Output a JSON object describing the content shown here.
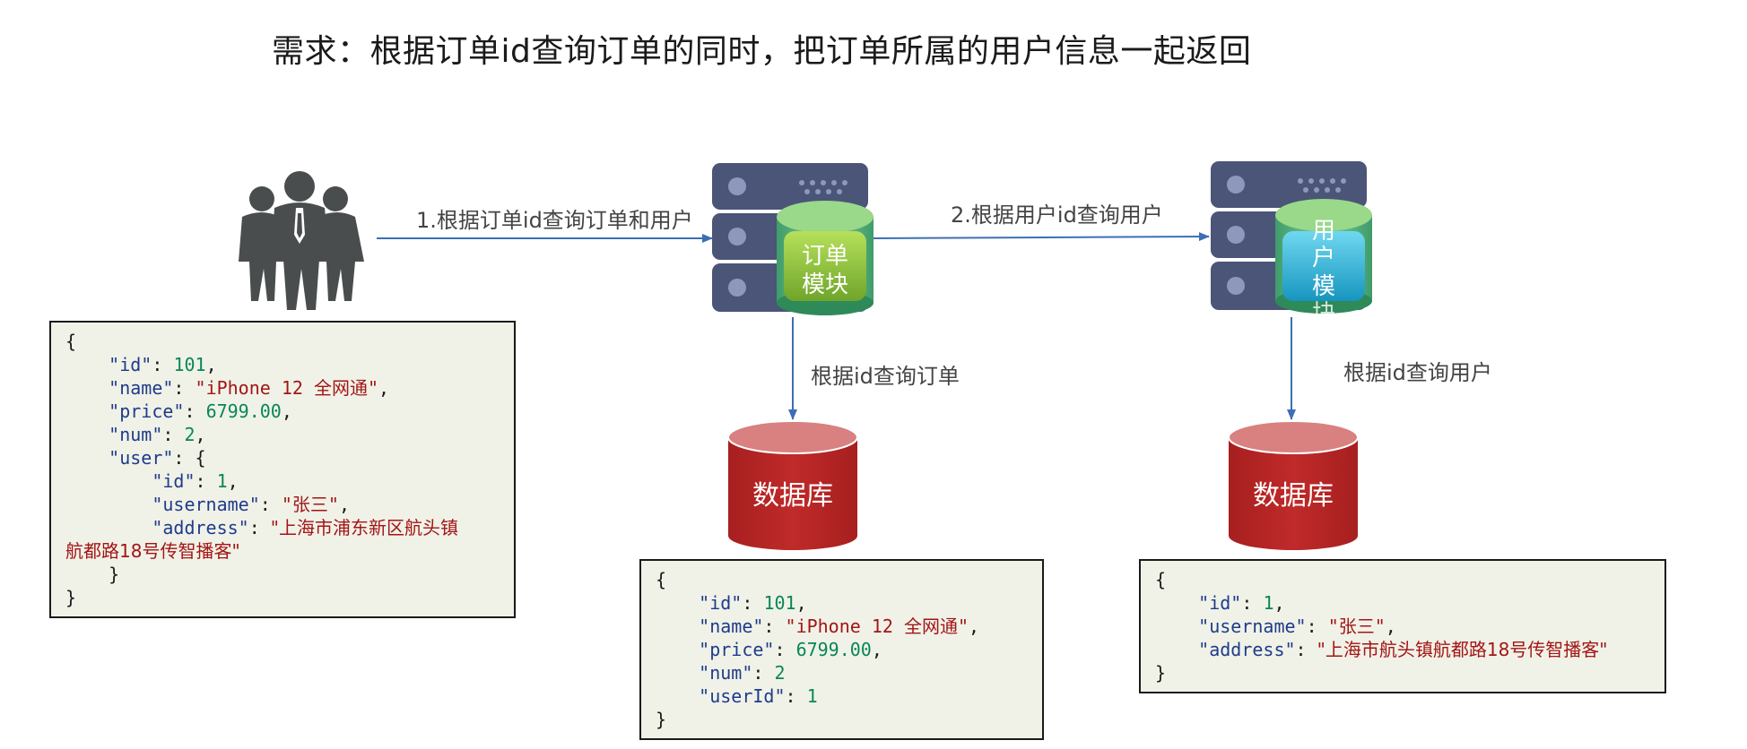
{
  "title": "需求：根据订单id查询订单的同时，把订单所属的用户信息一起返回",
  "arrows": {
    "step1": "1.根据订单id查询订单和用户",
    "step2": "2.根据用户id查询用户",
    "order_db": "根据id查询订单",
    "user_db": "根据id查询用户"
  },
  "modules": {
    "order": [
      "订单",
      "模块"
    ],
    "user": [
      "用",
      "户",
      "模",
      "块"
    ]
  },
  "databases": {
    "order_db": "数据库",
    "user_db": "数据库"
  },
  "colors": {
    "arrow": "#3d6fb5",
    "server": "#4a5578",
    "db_body": "#b82525",
    "db_top": "#d98080",
    "order_module": "#8cc63f",
    "user_module": "#29b6d6",
    "json_bg": "#f0f2e8"
  },
  "json_result": {
    "id": "101",
    "name": "iPhone 12 全网通",
    "price": "6799.00",
    "num": "2",
    "user_id": "1",
    "username": "张三",
    "address_line1": "上海市浦东新区航头镇",
    "address_line2": "航都路18号传智播客"
  },
  "json_order": {
    "id": "101",
    "name": "iPhone 12 全网通",
    "price": "6799.00",
    "num": "2",
    "userId": "1"
  },
  "json_user": {
    "id": "1",
    "username": "张三",
    "address": "上海市航头镇航都路18号传智播客"
  }
}
